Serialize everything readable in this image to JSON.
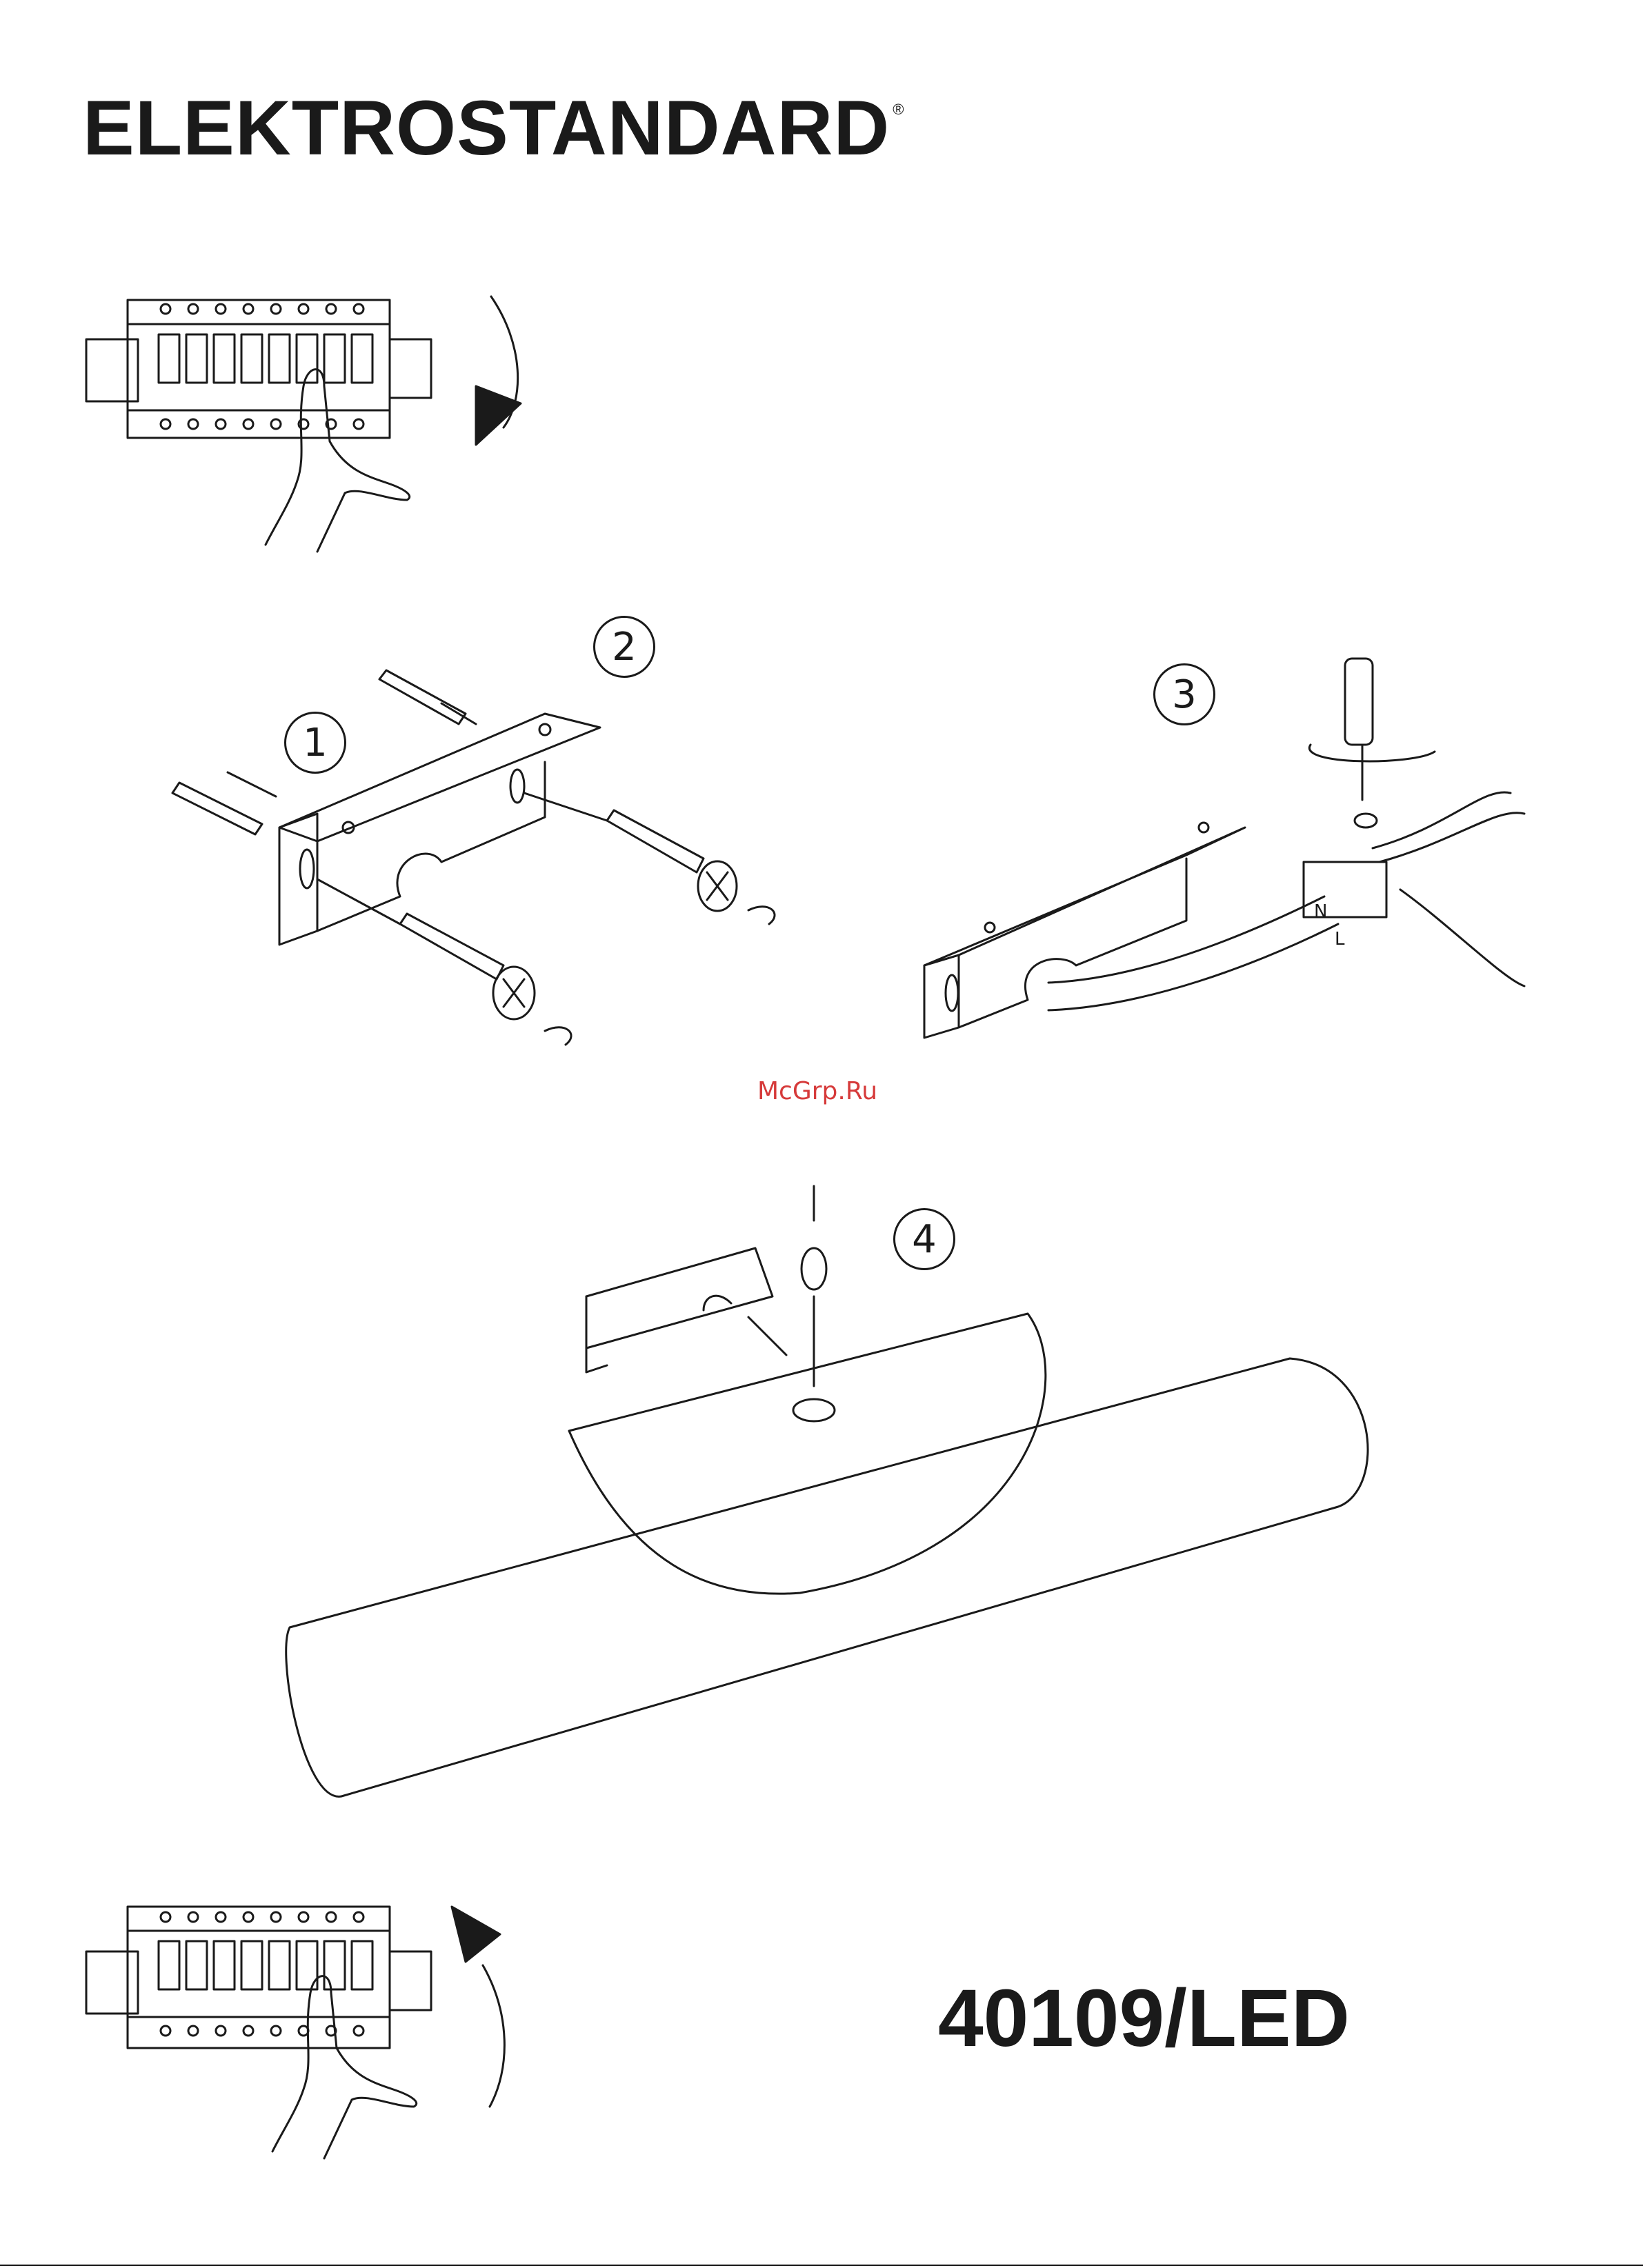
{
  "header": {
    "brand": "ELEKTROSTANDARD",
    "registered_mark": "®"
  },
  "steps": [
    {
      "label": "1"
    },
    {
      "label": "2"
    },
    {
      "label": "3"
    },
    {
      "label": "4"
    }
  ],
  "wiring_labels": {
    "neutral": "N",
    "live": "L"
  },
  "watermark": "McGrp.Ru",
  "footer": {
    "model": "40109/LED"
  }
}
